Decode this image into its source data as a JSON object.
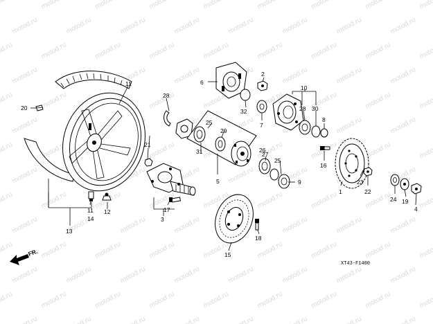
{
  "watermark": {
    "text": "motod.ru"
  },
  "diagram_code": "XT43-F1400",
  "direction_label": "FR.",
  "labels": {
    "p1": "1",
    "p2": "2",
    "p3": "3",
    "p4": "4",
    "p5": "5",
    "p6": "6",
    "p7": "7",
    "p8": "8",
    "p9": "9",
    "p10": "10",
    "p11a": "11",
    "p11b": "11",
    "p12": "12",
    "p13": "13",
    "p14": "14",
    "p15": "15",
    "p16": "16",
    "p17": "17",
    "p18": "18",
    "p19": "19",
    "p20": "20",
    "p21": "21",
    "p22": "22",
    "p23": "23",
    "p24": "24",
    "p25a": "25",
    "p25b": "25",
    "p26": "26",
    "p27": "27",
    "p28a": "28",
    "p28b": "28",
    "p29": "29",
    "p30": "30",
    "p31": "31",
    "p32": "32"
  }
}
